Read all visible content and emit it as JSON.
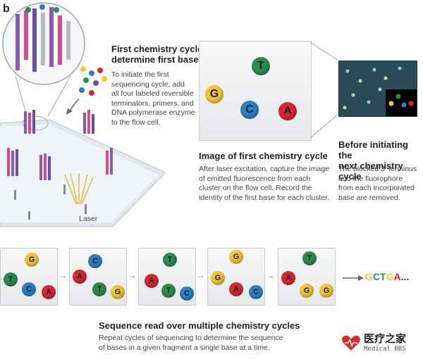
{
  "panel_label": "b",
  "step1": {
    "title_line1": "First chemistry cycle:",
    "title_line2": "determine first base",
    "body": [
      "To initiate the first",
      "sequencing cycle, add",
      "all four labeled reversible",
      "terminators, primers, and",
      "DNA polymerase enzyme",
      "to the flow cell."
    ]
  },
  "step2": {
    "title": "Image of first chemistry cycle",
    "body": [
      "After laser excitation, capture the image",
      "of emitted fluorescence from each",
      "cluster on the flow cell. Record the",
      "identity of the first base for each cluster."
    ]
  },
  "step3": {
    "title_line1": "Before initiating the",
    "title_line2": "next chemistry cycle",
    "body": [
      "The blocked 3' terminus",
      "and the fluorophore",
      "from each incorporated",
      "base are removed."
    ]
  },
  "laser_label": "Laser",
  "bases": {
    "G": {
      "label": "G",
      "color": "#f2c53a"
    },
    "T": {
      "label": "T",
      "color": "#2e8b4e"
    },
    "C": {
      "label": "C",
      "color": "#2f7fc0"
    },
    "A": {
      "label": "A",
      "color": "#d9272e"
    }
  },
  "cycle_boxes": [
    [
      "G",
      "T",
      "C",
      "A"
    ],
    [
      "C",
      "A",
      "T",
      "G"
    ],
    [
      "T",
      "A",
      "T",
      "C"
    ],
    [
      "G",
      "G",
      "A",
      "C"
    ],
    [
      "A",
      "T",
      "G",
      "G"
    ]
  ],
  "sequence": {
    "letters": [
      {
        "ch": "G",
        "color": "#f2c53a"
      },
      {
        "ch": "C",
        "color": "#2f7fc0"
      },
      {
        "ch": "T",
        "color": "#2e8b4e"
      },
      {
        "ch": "G",
        "color": "#f2c53a"
      },
      {
        "ch": "A",
        "color": "#d9272e"
      }
    ],
    "ellipsis": "..."
  },
  "step4": {
    "title": "Sequence read over multiple chemistry cycles",
    "body": [
      "Repeat cycles of sequencing to determine the sequence",
      "of bases in a given fragment a single base at a time."
    ]
  },
  "watermark": {
    "title": "医疗之家",
    "subtitle": "Medical BBS"
  }
}
